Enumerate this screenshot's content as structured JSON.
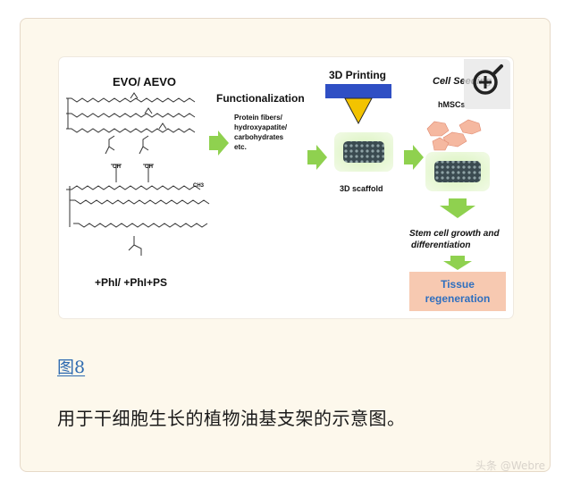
{
  "figure": {
    "title_left": "EVO/ AEVO",
    "functionalization": "Functionalization",
    "func_items": [
      "Protein fibers/",
      "hydroxyapatite/",
      "carbohydrates",
      "etc."
    ],
    "printing": "3D Printing",
    "scaffold": "3D scaffold",
    "cell_seeding": "Cell Seeding",
    "hmscs": "hMSCs",
    "stem_growth": [
      "Stem cell growth and",
      "differentiation"
    ],
    "tissue": [
      "Tissue",
      "regeneration"
    ],
    "phi": "+PhI/ +PhI+PS",
    "chem_labels": [
      "O",
      "OH",
      "CH3",
      "O",
      "OH",
      "O"
    ]
  },
  "link_label": "图8",
  "caption": "用于干细胞生长的植物油基支架的示意图。",
  "zoom_icon": "zoom-in-icon",
  "watermark": "头条 @Webre",
  "colors": {
    "arrow_green": "#8fd14f",
    "tissue_box": "#f7c9b1",
    "tissue_text": "#2f6fbf",
    "printer_blue": "#2f4fc4",
    "nozzle_yellow": "#f3c300",
    "link_blue": "#2d6ab0"
  }
}
